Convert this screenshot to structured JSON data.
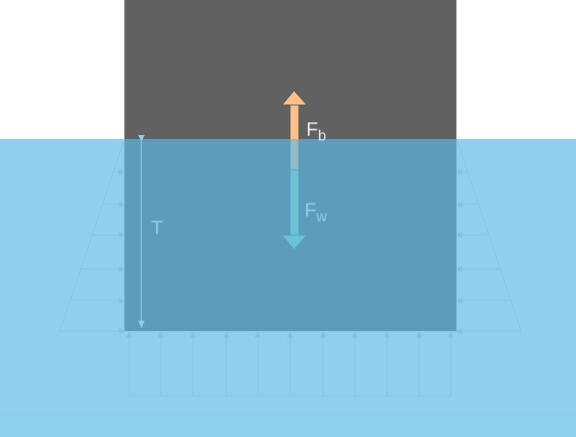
{
  "labels": {
    "draft": "T",
    "buoyancy": "F",
    "buoyancy_sub": "b",
    "weight": "F",
    "weight_sub": "w"
  },
  "colors": {
    "block": "#616161",
    "water": "#5bb9e6",
    "buoyancy_arrow": "#ffc08a",
    "weight_arrow": "#8ed3b0",
    "pressure_lines": "#7dc3e6",
    "draft_arrow": "#8ecfef"
  }
}
